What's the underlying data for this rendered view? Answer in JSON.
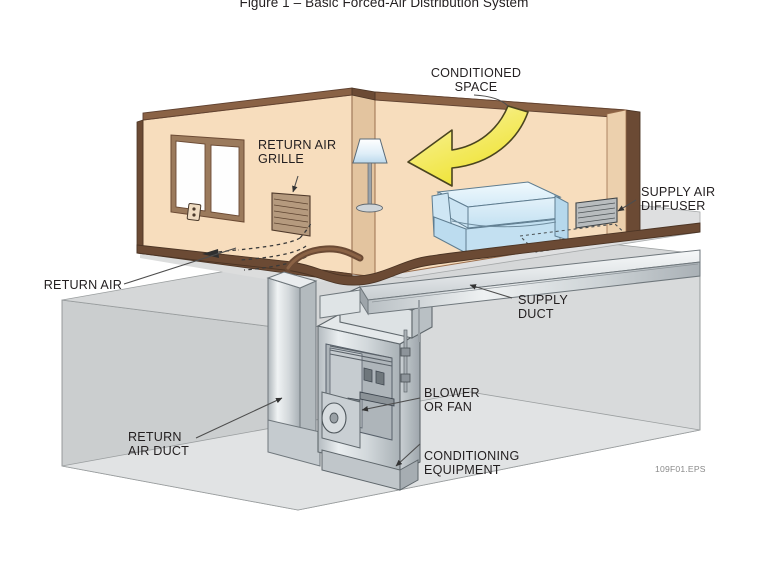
{
  "figure": {
    "title": "Figure 1 – Basic Forced-Air Distribution System",
    "eps_reference": "109F01.EPS"
  },
  "labels": {
    "conditioned_space": "CONDITIONED\nSPACE",
    "return_air_grille": "RETURN AIR\nGRILLE",
    "supply_air_diffuser": "SUPPLY AIR\nDIFFUSER",
    "return_air": "RETURN AIR",
    "supply_duct": "SUPPLY\nDUCT",
    "blower_or_fan": "BLOWER\nOR FAN",
    "conditioning_equipment": "CONDITIONING\nEQUIPMENT",
    "return_air_duct": "RETURN\nAIR DUCT"
  },
  "colors": {
    "wall_fill": "#f7ddbd",
    "wall_shadow": "#edcfae",
    "trim_brown": "#6b4a34",
    "trim_brown_light": "#8a6245",
    "floor_gray": "#d9dadb",
    "basement_gray": "#d2d4d5",
    "basement_gray_dark": "#c3c6c7",
    "duct_metal_light": "#f2f4f5",
    "duct_metal_mid": "#cdd2d5",
    "duct_metal_dark": "#a9b0b5",
    "sofa_blue": "#cfe6f4",
    "sofa_blue_dark": "#b4d6ea",
    "arrow_yellow": "#f2e63f",
    "arrow_yellow_light": "#fbf8c9",
    "outline": "#231f20",
    "leader_line": "#4d4d4d",
    "text": "#231f20",
    "eps_text": "#8a8a8a"
  },
  "scene_elements": {
    "room": "conditioned living space with two visible walls",
    "window": "double-pane window on left wall",
    "outlet": "electrical wall outlet below window",
    "lamp": "floor lamp with blue shade at wall corner",
    "sofa": "light blue three-seat sofa against back wall",
    "return_grille": "wall-mounted return air grille",
    "supply_diffuser": "floor supply air diffuser near right wall",
    "furnace": "conditioning equipment / furnace cabinet in basement",
    "blower": "blower or fan cylinder at base of furnace",
    "supply_duct": "horizontal rectangular supply duct from plenum",
    "return_duct": "vertical rectangular return air duct",
    "airflow_dashes": "dashed return airflow path across floor",
    "yellow_arrow": "large curved yellow arrow indicating conditioned space"
  }
}
